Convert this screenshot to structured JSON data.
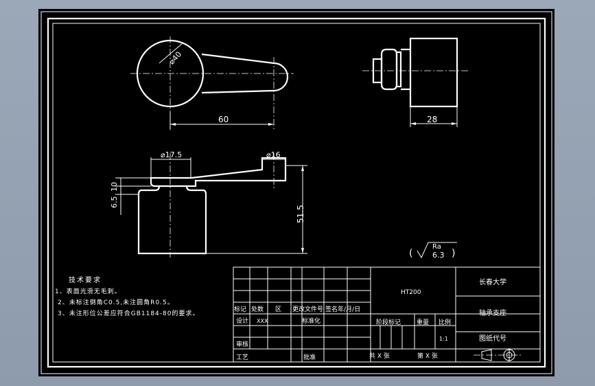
{
  "drawing": {
    "dimensions": {
      "d40": "⌀40",
      "len60": "60",
      "len28": "28",
      "d17_5": "⌀17.5",
      "d16": "⌀16",
      "h6_5": "6.5",
      "h10": "10",
      "h51_5": "51.5"
    },
    "roughness": {
      "label": "Ra",
      "value": "6.3"
    }
  },
  "notes": {
    "title": "技术要求",
    "items": [
      "1、表面光滑无毛刺。",
      "2、未标注倒角C0.5,未注圆角R0.5。",
      "3、未注形位公差应符合GB1184-80的要求。"
    ]
  },
  "title_block": {
    "material": "HT200",
    "school": "长春大学",
    "part_name": "轴承支座",
    "drawing_no_label": "图纸代号",
    "row_labels": {
      "mark": "标记",
      "count": "处数",
      "zone": "区",
      "change_no": "更改文件号",
      "sign_date": "签名年/月/日",
      "design": "设计",
      "designer": "XXX",
      "standard": "标准化",
      "review": "审核",
      "process": "工艺",
      "approve": "批准"
    },
    "stage_label": "阶段标记",
    "weight_label": "重量",
    "scale_label": "比例",
    "scale_value": "1:1",
    "sheets_total": "共 X 张",
    "sheet_no": "第 X 张"
  },
  "colors": {
    "background": "#000000",
    "lines": "#ffffff",
    "window": "#9ba8b8"
  }
}
